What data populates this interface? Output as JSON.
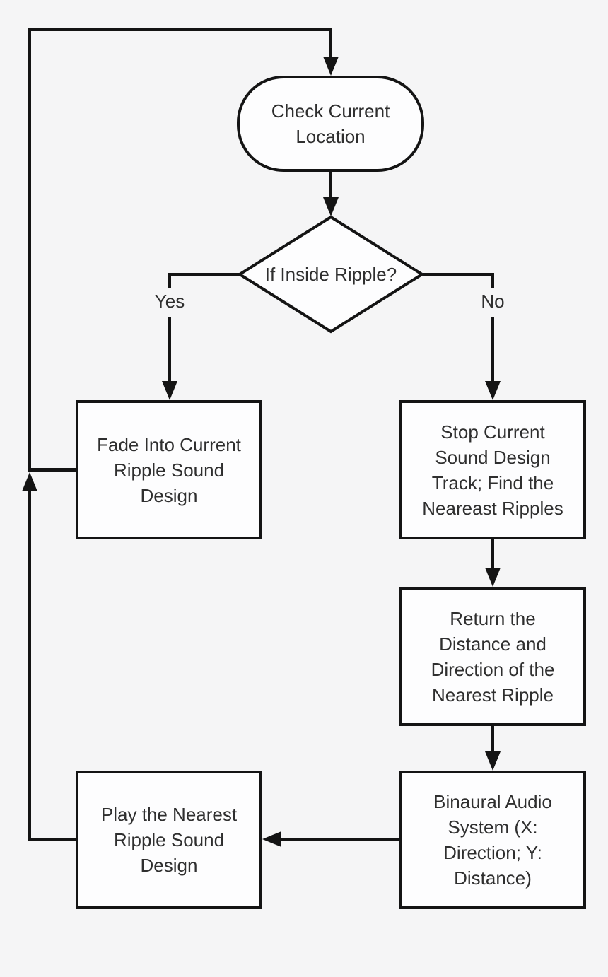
{
  "page": {
    "background_color": "#f5f5f6",
    "node_fill_color": "#fdfdfe",
    "stroke_color": "#141414",
    "text_color": "#2f2f2f"
  },
  "flowchart": {
    "nodes": {
      "start": {
        "type": "terminator",
        "label": "Check Current Location",
        "lines": [
          "Check Current",
          "Location"
        ]
      },
      "decision": {
        "type": "decision",
        "label": "If Inside Ripple?"
      },
      "fade": {
        "type": "process",
        "label": "Fade Into Current Ripple Sound Design",
        "lines": [
          "Fade Into Current",
          "Ripple Sound",
          "Design"
        ]
      },
      "stop": {
        "type": "process",
        "label": "Stop Current Sound Design Track; Find the Neareast Ripples",
        "lines": [
          "Stop Current",
          "Sound Design",
          "Track; Find the",
          "Neareast Ripples"
        ]
      },
      "return": {
        "type": "process",
        "label": "Return the Distance and Direction of the Nearest Ripple",
        "lines": [
          "Return the",
          "Distance and",
          "Direction of the",
          "Nearest Ripple"
        ]
      },
      "binaural": {
        "type": "process",
        "label": "Binaural Audio System (X: Direction; Y: Distance)",
        "lines": [
          "Binaural Audio",
          "System (X:",
          "Direction; Y:",
          "Distance)"
        ]
      },
      "play": {
        "type": "process",
        "label": "Play the Nearest Ripple Sound Design",
        "lines": [
          "Play the Nearest",
          "Ripple Sound",
          "Design"
        ]
      }
    },
    "edges": {
      "yes_label": "Yes",
      "no_label": "No"
    }
  }
}
